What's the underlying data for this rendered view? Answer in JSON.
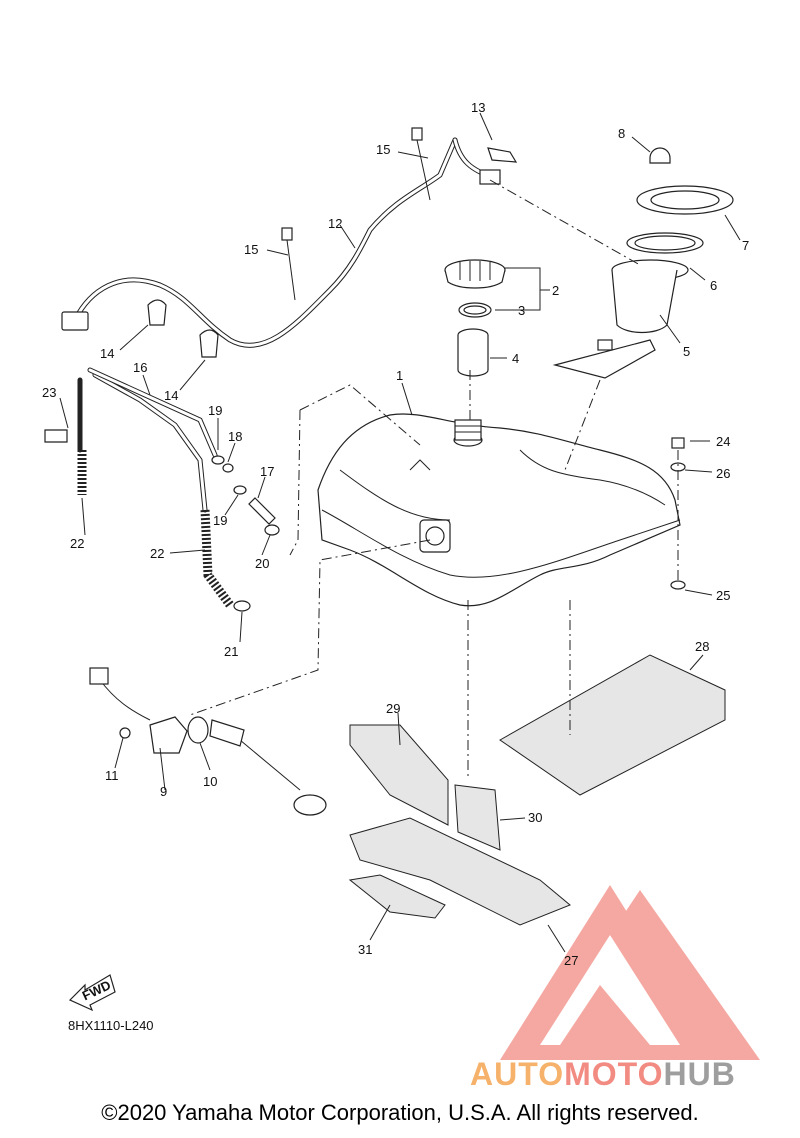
{
  "diagram": {
    "code": "8HX1110-L240",
    "fwd_label": "FWD",
    "copyright": "©2020 Yamaha Motor Corporation, U.S.A. All rights reserved.",
    "callouts": [
      "1",
      "2",
      "3",
      "4",
      "5",
      "6",
      "7",
      "8",
      "9",
      "10",
      "11",
      "12",
      "13",
      "14",
      "14",
      "15",
      "15",
      "16",
      "17",
      "18",
      "19",
      "19",
      "20",
      "21",
      "22",
      "22",
      "23",
      "24",
      "25",
      "26",
      "27",
      "28",
      "29",
      "30",
      "31"
    ]
  },
  "watermark": {
    "brand_part1": "AUTO",
    "brand_part2": "MOTO",
    "brand_part3": "HUB",
    "colors": {
      "auto": "#f6b26b",
      "moto": "#f28b82",
      "hub": "#9e9e9e",
      "logo": "#f28b82"
    }
  }
}
